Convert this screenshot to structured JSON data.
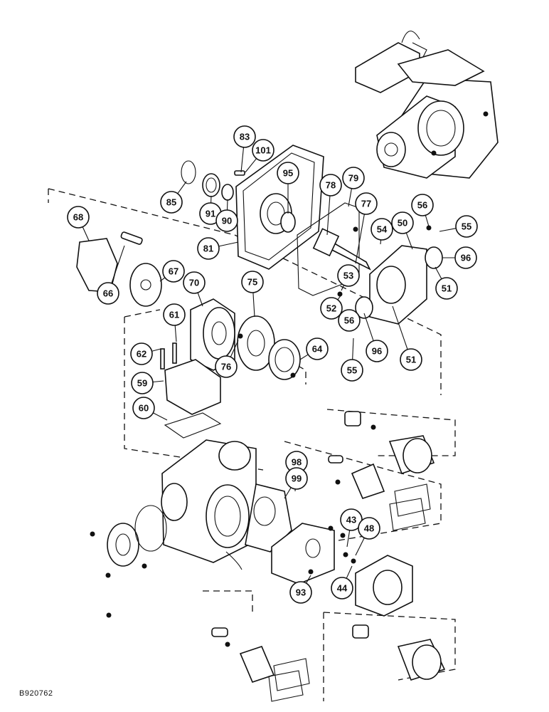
{
  "figure_code": "B920762",
  "callouts": [
    {
      "label": "83"
    },
    {
      "label": "101"
    },
    {
      "label": "95"
    },
    {
      "label": "79"
    },
    {
      "label": "78"
    },
    {
      "label": "77"
    },
    {
      "label": "85"
    },
    {
      "label": "91"
    },
    {
      "label": "90"
    },
    {
      "label": "81"
    },
    {
      "label": "68"
    },
    {
      "label": "66"
    },
    {
      "label": "67"
    },
    {
      "label": "70"
    },
    {
      "label": "75"
    },
    {
      "label": "56"
    },
    {
      "label": "55"
    },
    {
      "label": "54"
    },
    {
      "label": "50"
    },
    {
      "label": "96"
    },
    {
      "label": "51"
    },
    {
      "label": "53"
    },
    {
      "label": "52"
    },
    {
      "label": "56"
    },
    {
      "label": "96"
    },
    {
      "label": "51"
    },
    {
      "label": "55"
    },
    {
      "label": "61"
    },
    {
      "label": "62"
    },
    {
      "label": "76"
    },
    {
      "label": "64"
    },
    {
      "label": "59"
    },
    {
      "label": "60"
    },
    {
      "label": "98"
    },
    {
      "label": "99"
    },
    {
      "label": "43"
    },
    {
      "label": "48"
    },
    {
      "label": "93"
    },
    {
      "label": "44"
    }
  ]
}
